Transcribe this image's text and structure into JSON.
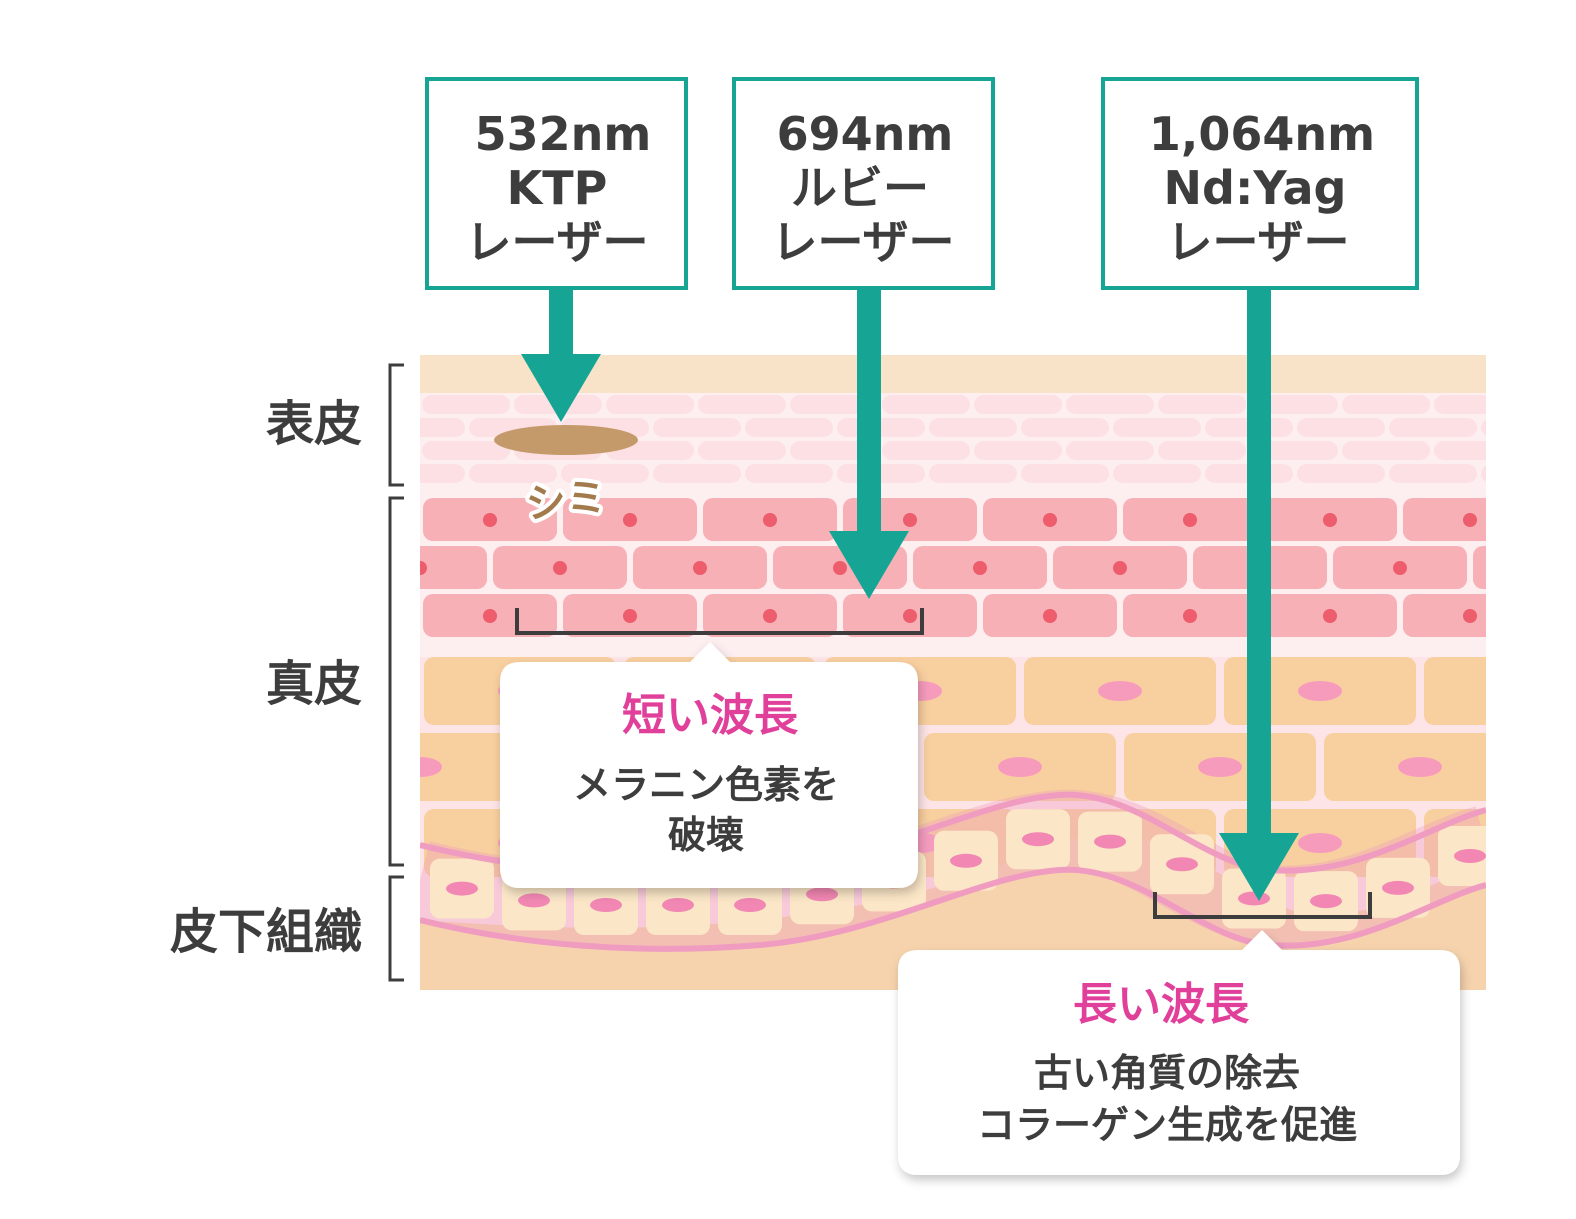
{
  "colors": {
    "teal": "#16a594",
    "epidermis_top": "#f8e3c9",
    "epidermis_cells": "#fde0e4",
    "dermis_upper": "#f6b0b6",
    "dermis_lower": "#f8cf9f",
    "subcutis": "#f6d3ad",
    "fat_cells": "#fbe6c7",
    "membrane": "#ef9cc0",
    "spot": "#c59a6a",
    "accent": "#e0409a",
    "text": "#3d3d3d"
  },
  "lasers": [
    {
      "line1": "532nm",
      "line2": "KTP",
      "line3": "レーザー",
      "icon": "down-arrow-icon"
    },
    {
      "line1": "694nm",
      "line2": "ルビー",
      "line3": "レーザー",
      "icon": "down-arrow-icon"
    },
    {
      "line1": "1,064nm",
      "line2": "Nd:Yag",
      "line3": "レーザー",
      "icon": "down-arrow-icon"
    }
  ],
  "layers": {
    "epidermis": "表皮",
    "dermis": "真皮",
    "subcutis": "皮下組織"
  },
  "spot_label": "シミ",
  "callouts": {
    "short": {
      "title": "短い波長",
      "line1": "メラニン色素を",
      "line2": "破壊"
    },
    "long": {
      "title": "長い波長",
      "line1": "古い角質の除去",
      "line2": "コラーゲン生成を促進"
    }
  }
}
